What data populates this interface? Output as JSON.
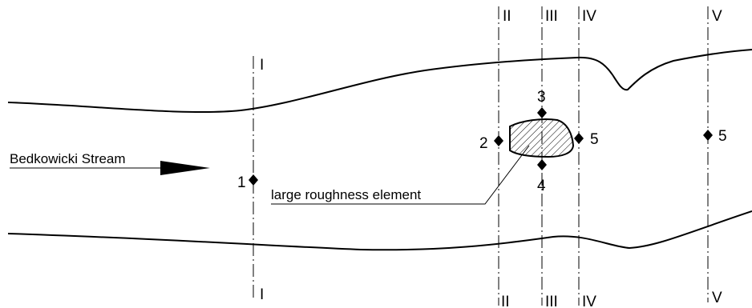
{
  "stream": {
    "label": "Bedkowicki Stream"
  },
  "element": {
    "label": "large roughness element"
  },
  "sections": [
    {
      "id": "I",
      "label": "I"
    },
    {
      "id": "II",
      "label": "II"
    },
    {
      "id": "III",
      "label": "III"
    },
    {
      "id": "IV",
      "label": "IV"
    },
    {
      "id": "V",
      "label": "V"
    }
  ],
  "points": [
    {
      "id": "1",
      "label": "1"
    },
    {
      "id": "2",
      "label": "2"
    },
    {
      "id": "3",
      "label": "3"
    },
    {
      "id": "4",
      "label": "4"
    },
    {
      "id": "5a",
      "label": "5"
    },
    {
      "id": "5b",
      "label": "5"
    }
  ]
}
